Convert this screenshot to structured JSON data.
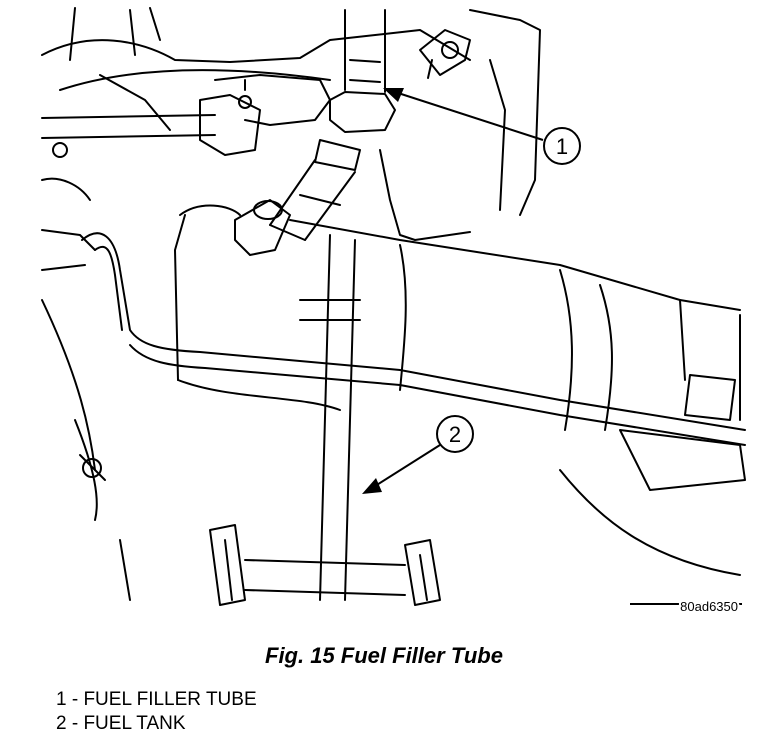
{
  "figure": {
    "callouts": [
      {
        "number": "1"
      },
      {
        "number": "2"
      }
    ],
    "figure_code": "80ad6350"
  },
  "caption": "Fig. 15 Fuel Filler Tube",
  "legend": [
    "1 - FUEL FILLER TUBE",
    "2 - FUEL TANK"
  ]
}
